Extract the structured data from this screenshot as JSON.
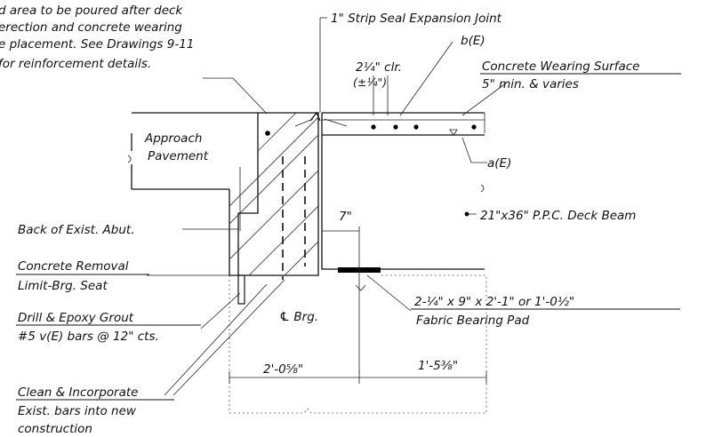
{
  "notes": {
    "top_left": [
      "d area to be poured after deck",
      "erection and concrete wearing",
      "e placement. See Drawings 9-11",
      "for reinforcement details."
    ]
  },
  "labels": {
    "strip_seal": "1\" Strip Seal Expansion Joint",
    "b_e": "b(E)",
    "clear_cover_1": "2¼\" clr.",
    "clear_cover_2": "(±¼\")",
    "wearing_surface": "Concrete Wearing Surface",
    "wearing_thickness": "5\" min. & varies",
    "approach_1": "Approach",
    "approach_2": "Pavement",
    "a_e": "a(E)",
    "back_of_abut": "Back of Exist. Abut.",
    "seven_in": "7\"",
    "deck_beam": "21\"x36\" P.P.C. Deck Beam",
    "removal_1": "Concrete Removal",
    "removal_2": "Limit-Brg. Seat",
    "drill_1": "Drill & Epoxy Grout",
    "drill_2": "#5 v(E) bars @ 12\" cts.",
    "brg_cl": "℄ Brg.",
    "pad_dims": "2-¼\" x 9\" x 2'-1\" or 1'-0½\"",
    "pad_name": "Fabric Bearing Pad",
    "dim_left": "2'-0⅝\"",
    "dim_right": "1'-5⅜\"",
    "clean_1": "Clean & Incorporate",
    "clean_2": "Exist. bars into new",
    "clean_3": "construction"
  }
}
